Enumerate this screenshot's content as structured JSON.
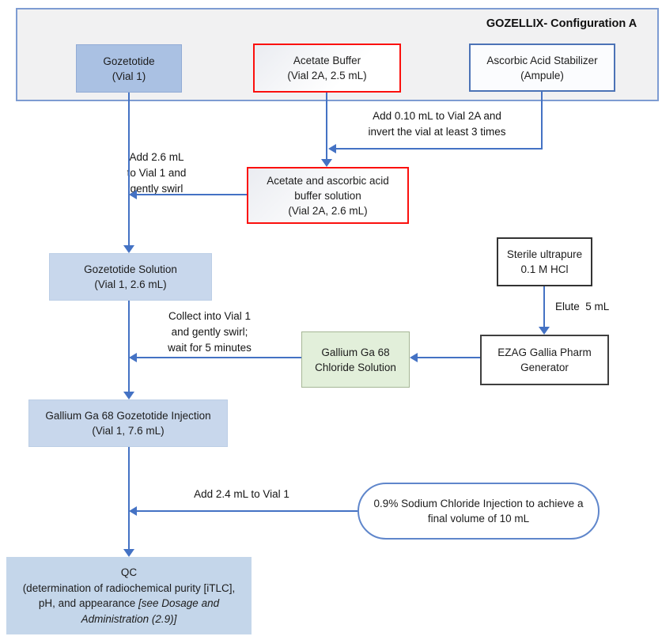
{
  "header": {
    "title": "GOZELLIX- Configuration A"
  },
  "colors": {
    "arrow_blue": "#4472c4",
    "container_fill": "#f1f1f2",
    "container_border": "#7e9cd2",
    "medium_blue_fill": "#aac1e3",
    "light_blue_fill": "#c8d7ec",
    "green_fill": "#e2efda",
    "red_border": "#fb100d",
    "ascorbic_border": "#4c73b6",
    "generator_border": "#3f3f3f"
  },
  "nodes": {
    "gozetotide": {
      "lines": [
        "Gozetotide",
        "(Vial 1)"
      ]
    },
    "acetate_buffer": {
      "lines": [
        "Acetate Buffer",
        "(Vial 2A, 2.5 mL)"
      ]
    },
    "ascorbic": {
      "lines": [
        "Ascorbic Acid Stabilizer",
        "(Ampule)"
      ]
    },
    "buffer_solution": {
      "lines": [
        "Acetate and ascorbic acid",
        "buffer solution",
        "(Vial 2A, 2.6 mL)"
      ]
    },
    "gozetotide_solution": {
      "lines": [
        "Gozetotide Solution",
        "(Vial 1, 2.6 mL)"
      ]
    },
    "hcl": {
      "lines": [
        "Sterile ultrapure",
        "0.1 M HCl"
      ]
    },
    "gallium_chloride": {
      "lines": [
        "Gallium Ga 68",
        "Chloride Solution"
      ]
    },
    "generator": {
      "lines": [
        "EZAG Gallia Pharm",
        "Generator"
      ]
    },
    "injection": {
      "lines": [
        "Gallium Ga 68 Gozetotide Injection",
        "(Vial 1, 7.6 mL)"
      ]
    },
    "saline": {
      "lines": [
        "0.9% Sodium Chloride Injection to achieve a",
        "final volume of 10 mL"
      ]
    },
    "qc": {
      "line1": "QC",
      "line2": "(determination of radiochemical purity [iTLC],",
      "line3_normal": "pH, and appearance",
      "line3_italic": "[see Dosage and",
      "line4_italic": "Administration (2.9)]"
    }
  },
  "labels": {
    "add_010": {
      "lines": [
        "Add 0.10 mL to Vial 2A and",
        "invert the vial at least 3 times"
      ]
    },
    "add_26": {
      "lines": [
        "Add 2.6 mL",
        "to Vial 1 and",
        "gently swirl"
      ]
    },
    "collect": {
      "lines": [
        "Collect into Vial 1",
        "and gently swirl;",
        "wait for 5 minutes"
      ]
    },
    "elute": "Elute  5 mL",
    "add_24": "Add 2.4 mL to Vial 1"
  }
}
